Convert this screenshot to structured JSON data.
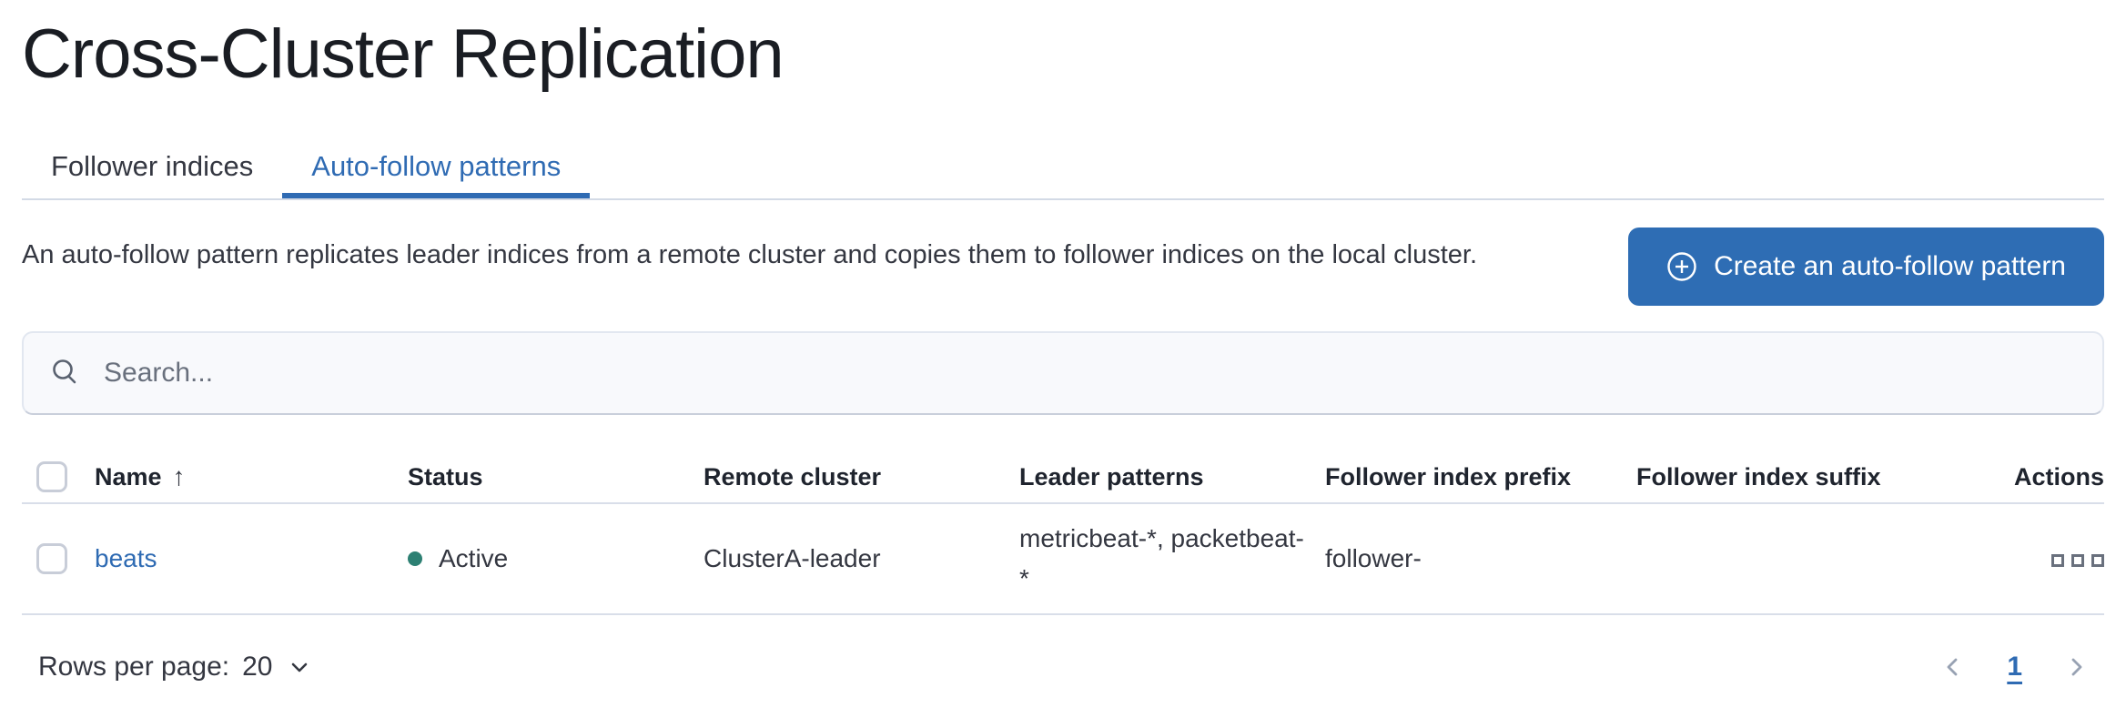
{
  "page": {
    "title": "Cross-Cluster Replication"
  },
  "tabs": [
    {
      "label": "Follower indices",
      "active": false
    },
    {
      "label": "Auto-follow patterns",
      "active": true
    }
  ],
  "description": "An auto-follow pattern replicates leader indices from a remote cluster and copies them to follower indices on the local cluster.",
  "create_button": {
    "label": "Create an auto-follow pattern",
    "icon": "plus-in-circle-icon"
  },
  "search": {
    "placeholder": "Search...",
    "icon": "search-icon"
  },
  "table": {
    "columns": {
      "name": "Name",
      "status": "Status",
      "remote_cluster": "Remote cluster",
      "leader_patterns": "Leader patterns",
      "follower_index_prefix": "Follower index prefix",
      "follower_index_suffix": "Follower index suffix",
      "actions": "Actions"
    },
    "sort": {
      "column": "Name",
      "direction": "ascending",
      "arrow": "↑"
    },
    "rows": [
      {
        "name": "beats",
        "status": "Active",
        "remote_cluster": "ClusterA-leader",
        "leader_patterns": "metricbeat-*, packetbeat-*",
        "follower_index_prefix": "follower-",
        "follower_index_suffix": "",
        "actions_icon": "boxes-horizontal-icon"
      }
    ]
  },
  "footer": {
    "rows_per_page_label": "Rows per page:",
    "rows_per_page_value": "20",
    "rows_per_page_icon": "chevron-down-icon",
    "pagination": {
      "prev_icon": "chevron-left-icon",
      "current_page": "1",
      "next_icon": "chevron-right-icon"
    }
  },
  "colors": {
    "accent_blue": "#2f6bb3",
    "button_blue": "#2e6db4",
    "status_active_dot": "#2d8073",
    "table_border": "#d9dee9",
    "tab_border": "#d3dae6",
    "text_dark": "#343741",
    "placeholder_gray": "#69707d",
    "pagination_chevron_gray": "#98a2b3"
  }
}
